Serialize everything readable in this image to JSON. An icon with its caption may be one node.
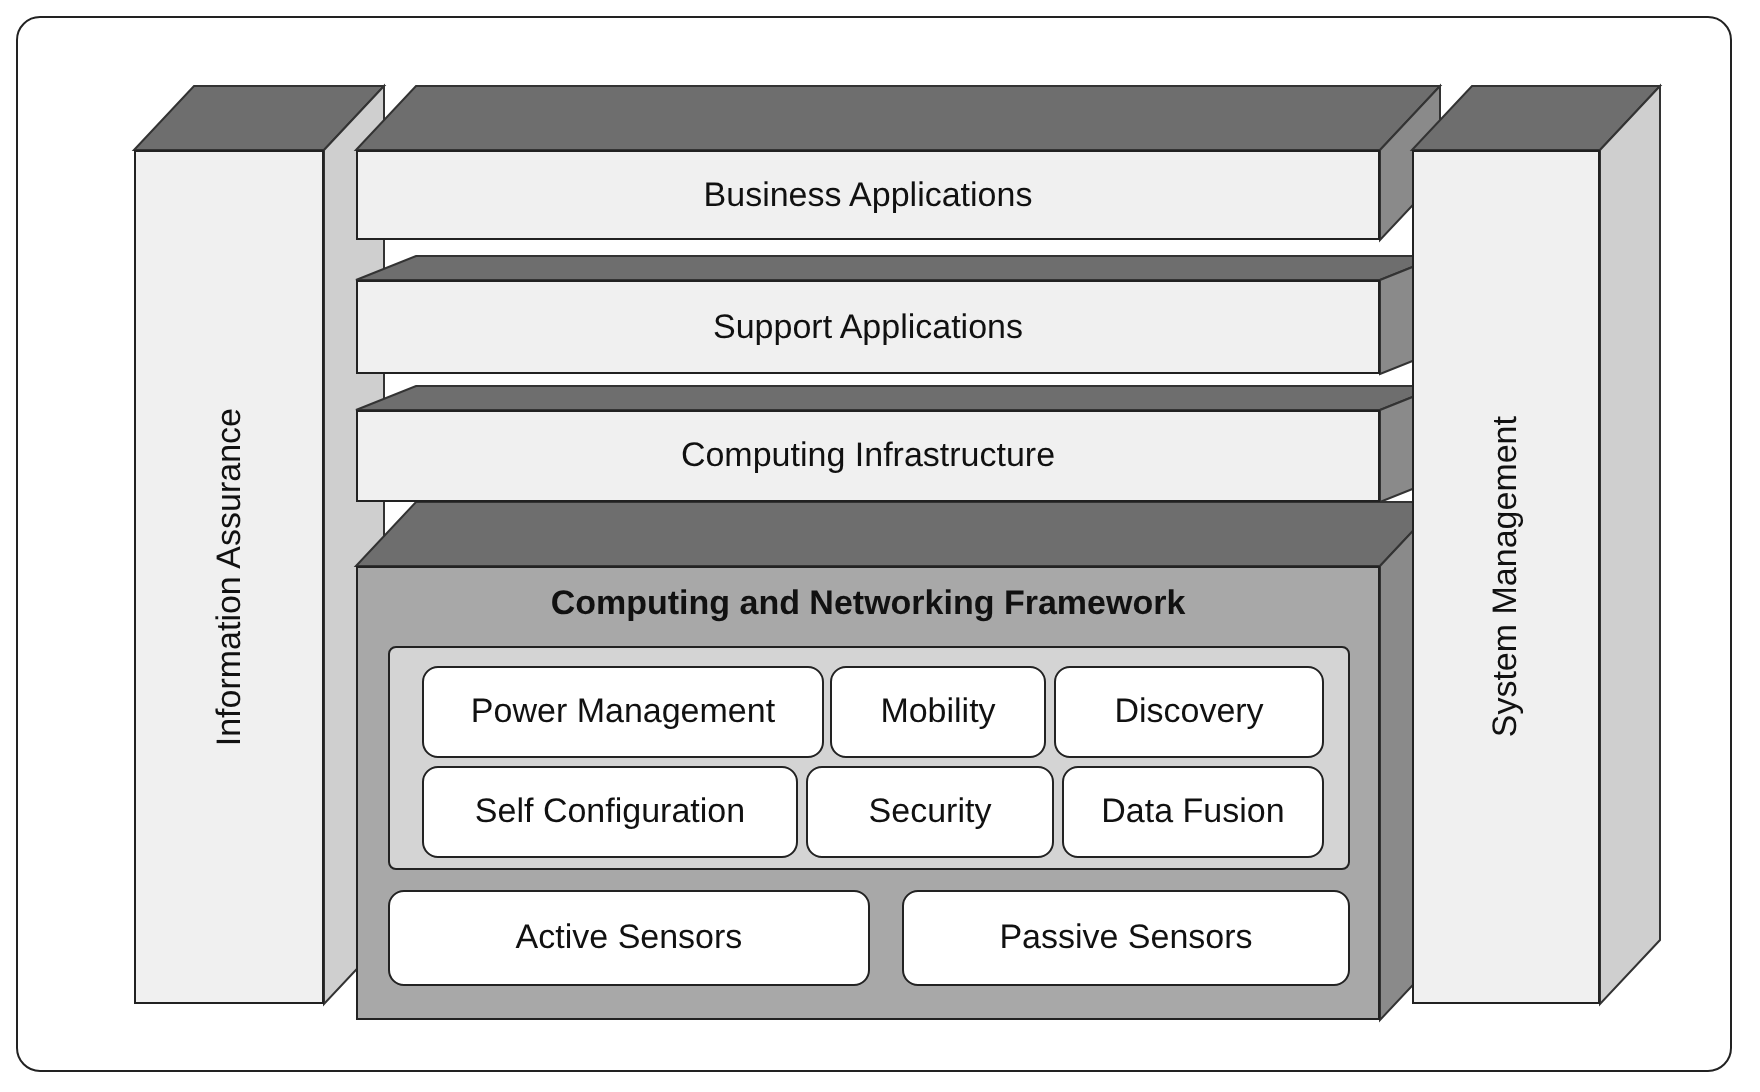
{
  "diagram": {
    "nodes": [
      {
        "text": [
          "Information Assurance"
        ]
      },
      {
        "text": [
          "Business Applications"
        ]
      },
      {
        "text": [
          "Support Applications"
        ]
      },
      {
        "text": [
          "Computing Infrastructure"
        ]
      },
      {
        "text": [
          "Computing and Networking Framework"
        ]
      },
      {
        "text": [],
        "shape": "box",
        "in": 4
      },
      {
        "text": [
          "Power Management"
        ],
        "in": 5
      },
      {
        "text": [
          "Mobility"
        ],
        "in": 5
      },
      {
        "text": [
          "Discovery"
        ],
        "in": 5
      },
      {
        "text": [
          "Self Configuration"
        ],
        "in": 5
      },
      {
        "text": [
          "Security"
        ],
        "in": 5
      },
      {
        "text": [
          "Data Fusion"
        ],
        "in": 5
      },
      {
        "text": [
          "Active Sensors"
        ],
        "in": 4
      },
      {
        "text": [
          "Passive Sensors"
        ],
        "in": 4
      },
      {
        "text": [
          "System Management"
        ]
      }
    ]
  }
}
